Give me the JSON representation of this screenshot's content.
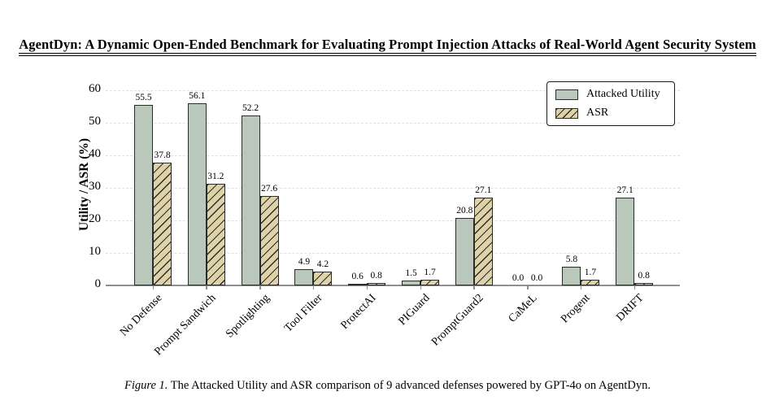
{
  "header": {
    "title": "AgentDyn: A Dynamic Open-Ended Benchmark for Evaluating Prompt Injection Attacks of Real-World Agent Security System"
  },
  "chart_data": {
    "type": "bar",
    "categories": [
      "No Defense",
      "Prompt Sandwich",
      "Spotlighting",
      "Tool Filter",
      "ProtectAI",
      "PIGuard",
      "PromptGuard2",
      "CaMeL",
      "Progent",
      "DRIFT"
    ],
    "series": [
      {
        "name": "Attacked Utility",
        "style": "solid",
        "color": "#b9c8bb",
        "values": [
          55.5,
          56.1,
          52.2,
          4.9,
          0.6,
          1.5,
          20.8,
          0.0,
          5.8,
          27.1
        ]
      },
      {
        "name": "ASR",
        "style": "hatched",
        "color": "#ded2a8",
        "hatch_color": "#2a2a2a",
        "values": [
          37.8,
          31.2,
          27.6,
          4.2,
          0.8,
          1.7,
          27.1,
          0.0,
          1.7,
          0.8
        ]
      }
    ],
    "title": "",
    "xlabel": "",
    "ylabel": "Utility / ASR (%)",
    "yticks": [
      0,
      10,
      20,
      30,
      40,
      50,
      60
    ],
    "ylim": [
      0,
      63
    ],
    "grid": "horizontal-dashed",
    "legend_position": "upper-right",
    "value_label_format": "one-decimal",
    "axis_color": "#8f8f8f",
    "grid_color": "#e0e0e0"
  },
  "caption": {
    "label": "Figure 1.",
    "text": "The Attacked Utility and ASR comparison of 9 advanced defenses powered by GPT-4o on AgentDyn."
  }
}
